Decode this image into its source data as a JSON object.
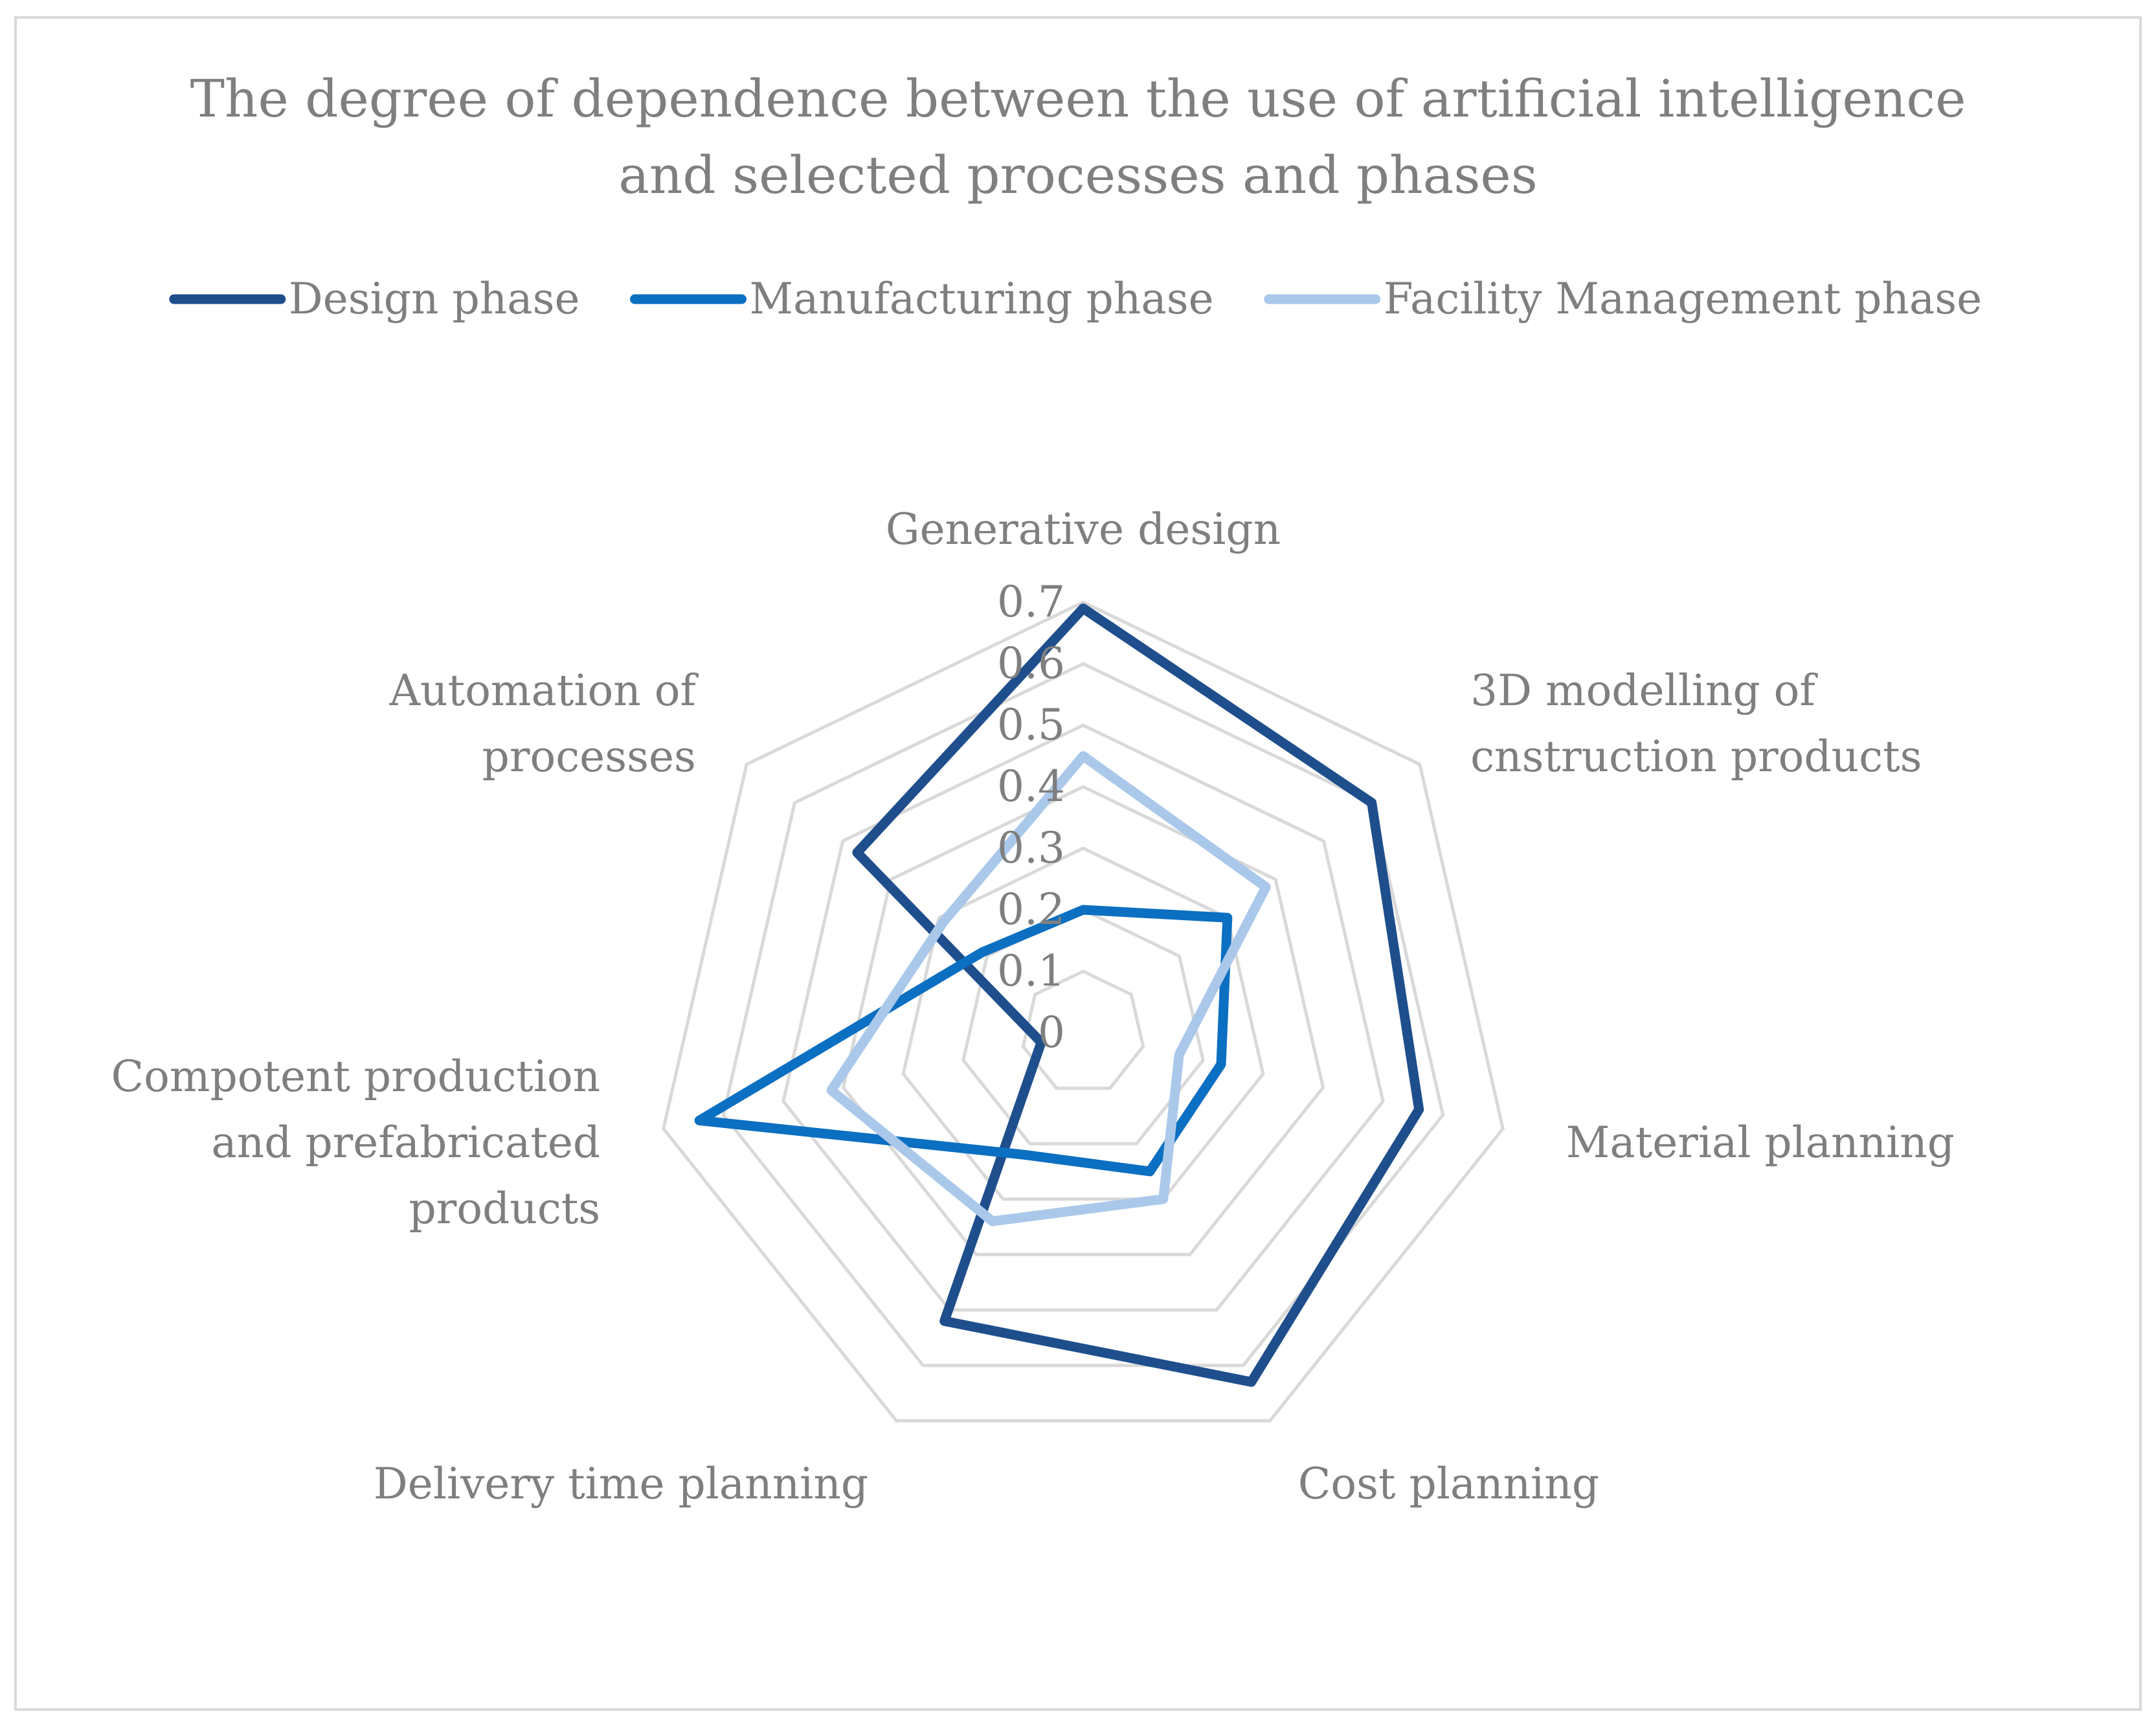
{
  "chart_data": {
    "type": "radar",
    "title": [
      "The degree of dependence between the use of artificial intelligence",
      "and selected processes and phases"
    ],
    "categories": [
      [
        "Generative design"
      ],
      [
        "3D modelling of",
        "cnstruction products"
      ],
      [
        "Material planning"
      ],
      [
        "Cost planning"
      ],
      [
        "Delivery time planning"
      ],
      [
        "Compotent production",
        "and prefabricated",
        "products"
      ],
      [
        "Automation of",
        "processes"
      ]
    ],
    "rlim": [
      0,
      0.7
    ],
    "ticks": [
      "0",
      "0.1",
      "0.2",
      "0.3",
      "0.4",
      "0.5",
      "0.6",
      "0.7"
    ],
    "grid": true,
    "legend_position": "top",
    "series": [
      {
        "name": "Design phase",
        "color": "#1f4e8c",
        "values": [
          0.69,
          0.6,
          0.56,
          0.63,
          0.52,
          0.07,
          0.47
        ]
      },
      {
        "name": "Manufacturing phase",
        "color": "#0b6fc2",
        "values": [
          0.2,
          0.3,
          0.23,
          0.25,
          0.22,
          0.64,
          0.21
        ]
      },
      {
        "name": "Facility Management phase",
        "color": "#aac8ea",
        "values": [
          0.45,
          0.38,
          0.16,
          0.3,
          0.34,
          0.42,
          0.29
        ]
      }
    ]
  }
}
